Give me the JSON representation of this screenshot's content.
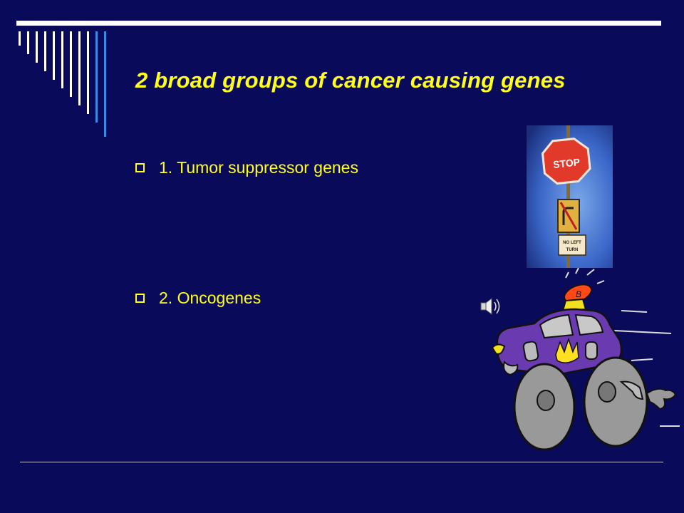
{
  "slide": {
    "title": "2 broad groups of cancer causing genes",
    "bullets": [
      {
        "text": "1. Tumor suppressor genes"
      },
      {
        "text": "2. Oncogenes"
      }
    ]
  },
  "images": {
    "stop_sign": {
      "sign_text": "STOP",
      "sub_sign_text": "NO LEFT TURN",
      "icon": "stop-sign-photo"
    },
    "police_car": {
      "badge_letter": "B",
      "icon": "police-car-cartoon"
    },
    "sound": {
      "icon": "speaker-icon"
    }
  },
  "colors": {
    "background": "#0a0a5a",
    "title": "#ffff1a",
    "bullet_text": "#ffff1a",
    "rule": "#ffffff",
    "bar_colors": [
      "#ffffff",
      "#3a8ae8"
    ]
  }
}
